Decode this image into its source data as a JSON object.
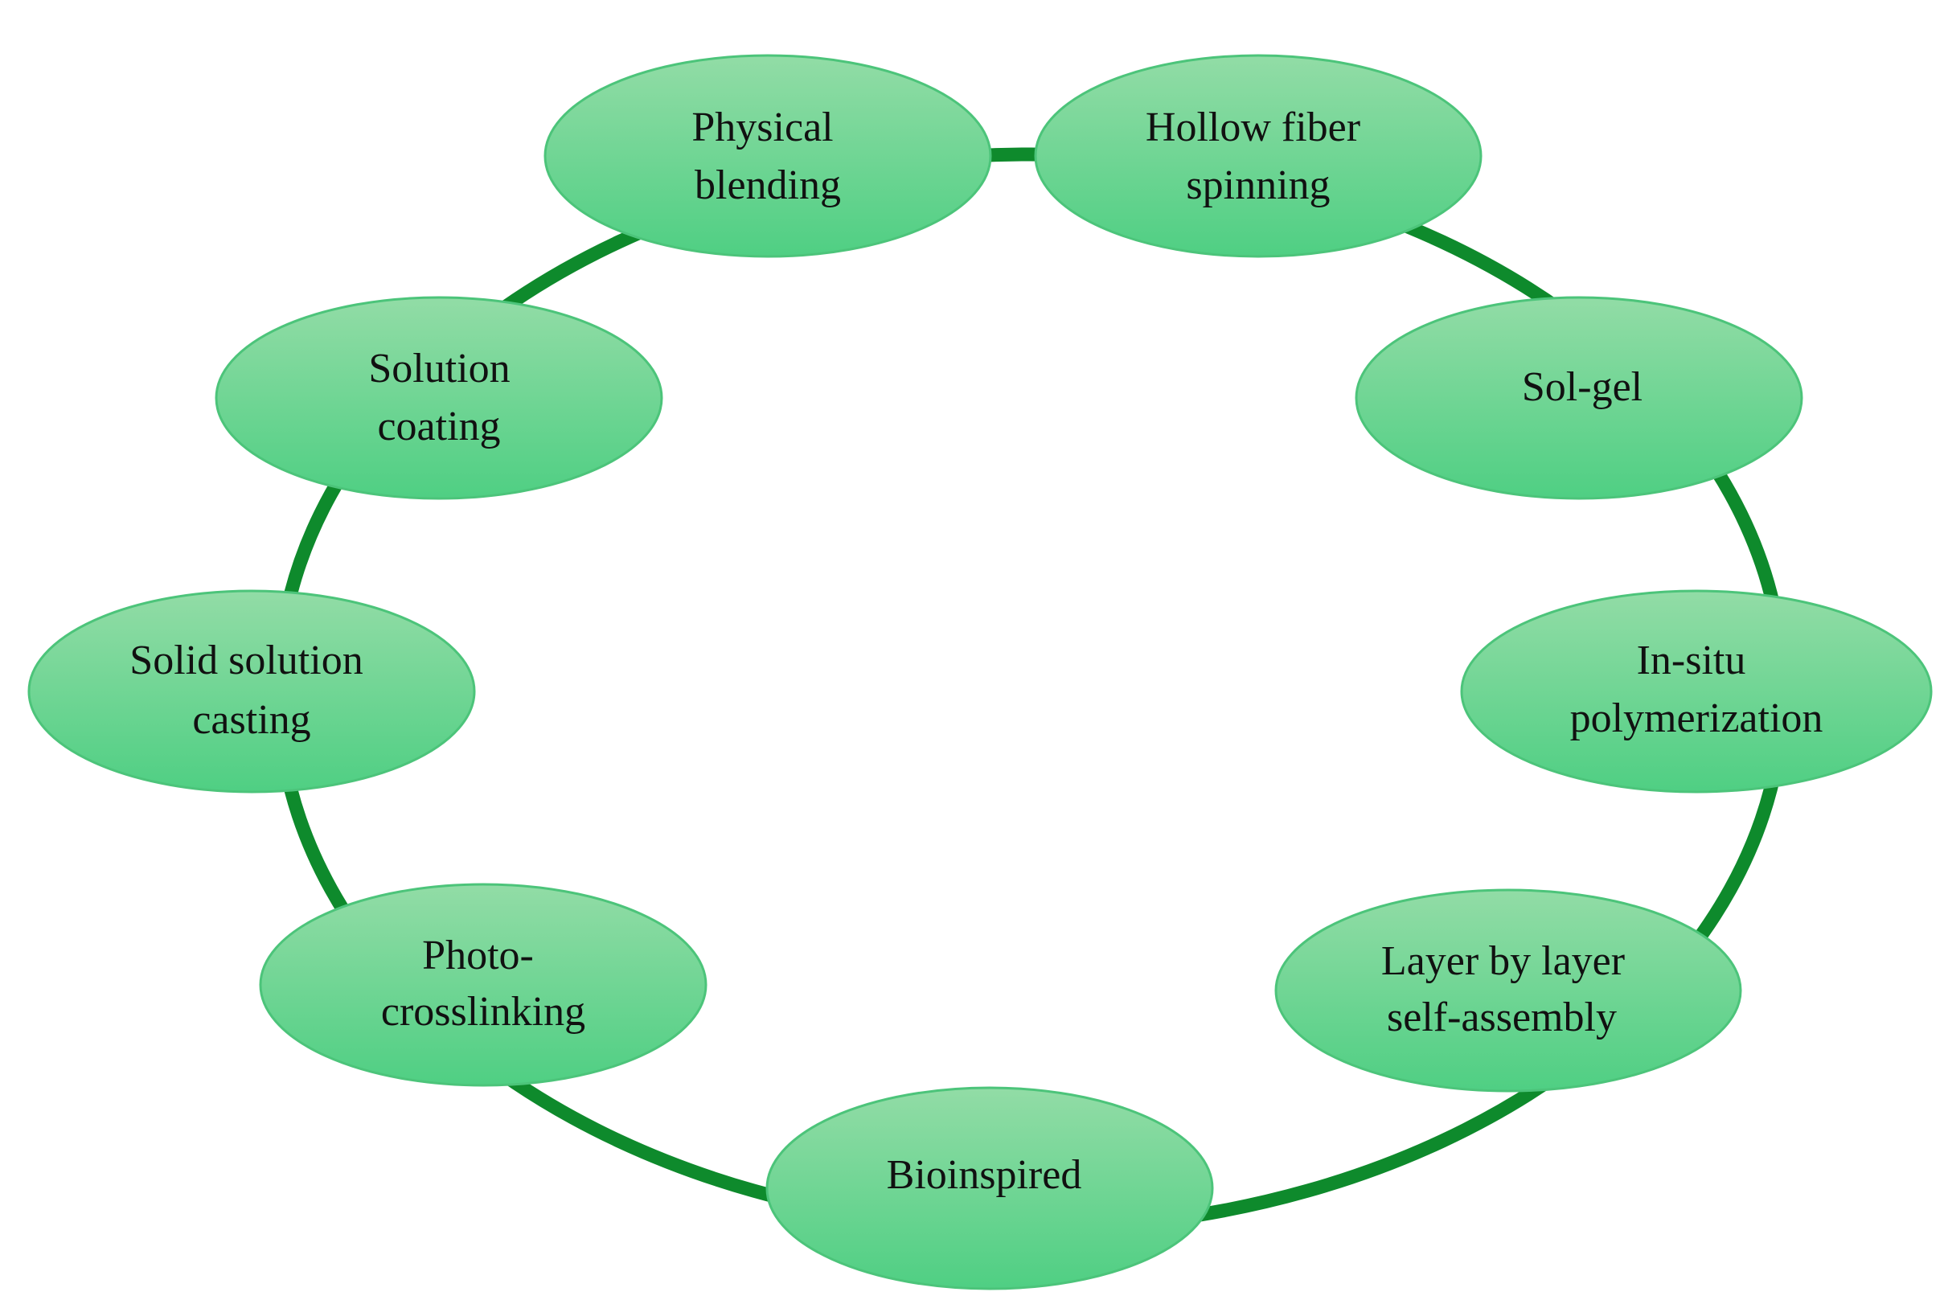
{
  "diagram": {
    "ring_color": "#0e8a2c",
    "node_fill_top": "#92dca6",
    "node_fill_bottom": "#4fcf83",
    "node_stroke": "#4cc47a",
    "nodes": [
      {
        "id": "physical-blending",
        "lines": [
          "Physical",
          "blending"
        ]
      },
      {
        "id": "hollow-fiber-spinning",
        "lines": [
          "Hollow fiber",
          "spinning"
        ]
      },
      {
        "id": "sol-gel",
        "lines": [
          "Sol-gel"
        ]
      },
      {
        "id": "in-situ-polymerization",
        "lines": [
          "In-situ",
          "polymerization"
        ]
      },
      {
        "id": "layer-by-layer-self-assembly",
        "lines": [
          "Layer by layer",
          "self-assembly"
        ]
      },
      {
        "id": "bioinspired",
        "lines": [
          "Bioinspired"
        ]
      },
      {
        "id": "photo-crosslinking",
        "lines": [
          "Photo-",
          "crosslinking"
        ]
      },
      {
        "id": "solid-solution-casting",
        "lines": [
          "Solid solution",
          "casting"
        ]
      },
      {
        "id": "solution-coating",
        "lines": [
          "Solution",
          "coating"
        ]
      }
    ]
  }
}
